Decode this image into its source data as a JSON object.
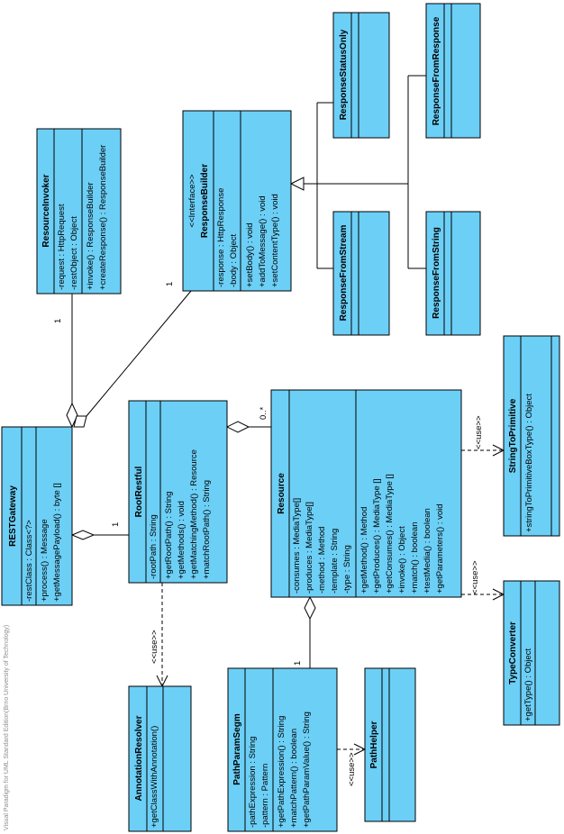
{
  "watermark": "Visual Paradigm for UML Standard Edition(Brno University of Technology)",
  "classes": {
    "rest_gateway": {
      "name": "RESTGateway",
      "attributes": [
        "-restClass : Class<?>"
      ],
      "operations": [
        "+process() : Message",
        "+getMessagePayload() : byte []"
      ]
    },
    "resource_invoker": {
      "name": "ResourceInvoker",
      "attributes": [
        "-request : HttpRequest",
        "-restObject : Object"
      ],
      "operations": [
        "+invoke() : ResponseBuilder",
        "+createResponse() : ResponseBuilder"
      ]
    },
    "response_builder": {
      "stereotype": "<<Interface>>",
      "name": "ResponseBuilder",
      "attributes": [
        "-response : HttpResponse",
        "-body : Object"
      ],
      "operations": [
        "+setBody() : void",
        "+addToMessage() : void",
        "+setContentType() : void"
      ]
    },
    "response_status_only": {
      "name": "ResponseStatusOnly"
    },
    "response_from_response": {
      "name": "ResponseFromResponse"
    },
    "response_from_stream": {
      "name": "ResponseFromStream"
    },
    "response_from_string": {
      "name": "ResponseFromString"
    },
    "root_restful": {
      "name": "RootRestful",
      "attributes": [
        "-rootPath : String"
      ],
      "operations": [
        "+getRootPath() : String",
        "+getMethods() : void",
        "+getMatchingMethod() : Resource",
        "+matchRootPath() : String"
      ]
    },
    "resource": {
      "name": "Resource",
      "attributes": [
        "-consumes : MediaType[]",
        "-produces : MediaType[]",
        "-method : Method",
        "-template : String",
        "-type : String"
      ],
      "operations": [
        "+getMethod() : Method",
        "+getProduces() : MediaType []",
        "+getConsumes() : MediaType []",
        "+invoke() : Object",
        "+match() : boolean",
        "+testMedia() : boolean",
        "+getParameters() : void"
      ]
    },
    "string_to_primitive": {
      "name": "StringToPrimitive",
      "operations": [
        "+stringToPrimitiveBoxType() : Object"
      ]
    },
    "type_converter": {
      "name": "TypeConverter",
      "operations": [
        "+getType() : Object"
      ]
    },
    "annotation_resolver": {
      "name": "AnnotationResolver",
      "operations": [
        "+getClassWithAnnotation()"
      ]
    },
    "path_param_segm": {
      "name": "PathParamSegm",
      "attributes": [
        "-pathExpression : String",
        "-pattern : Pattern"
      ],
      "operations": [
        "+getPathExpression() : String",
        "+matchPattern() : boolean",
        "+getPathParamValue() : String"
      ]
    },
    "path_helper": {
      "name": "PathHelper"
    }
  },
  "relations": {
    "invoker_mult": "1",
    "builder_mult": "1",
    "root_mult": "1",
    "resource_mult": "0..*",
    "pathparam_mult": "1",
    "use_label": "<<use>>"
  },
  "colors": {
    "class_fill": "#6ccff6",
    "line": "#000000",
    "watermark": "#8c8c8c"
  }
}
